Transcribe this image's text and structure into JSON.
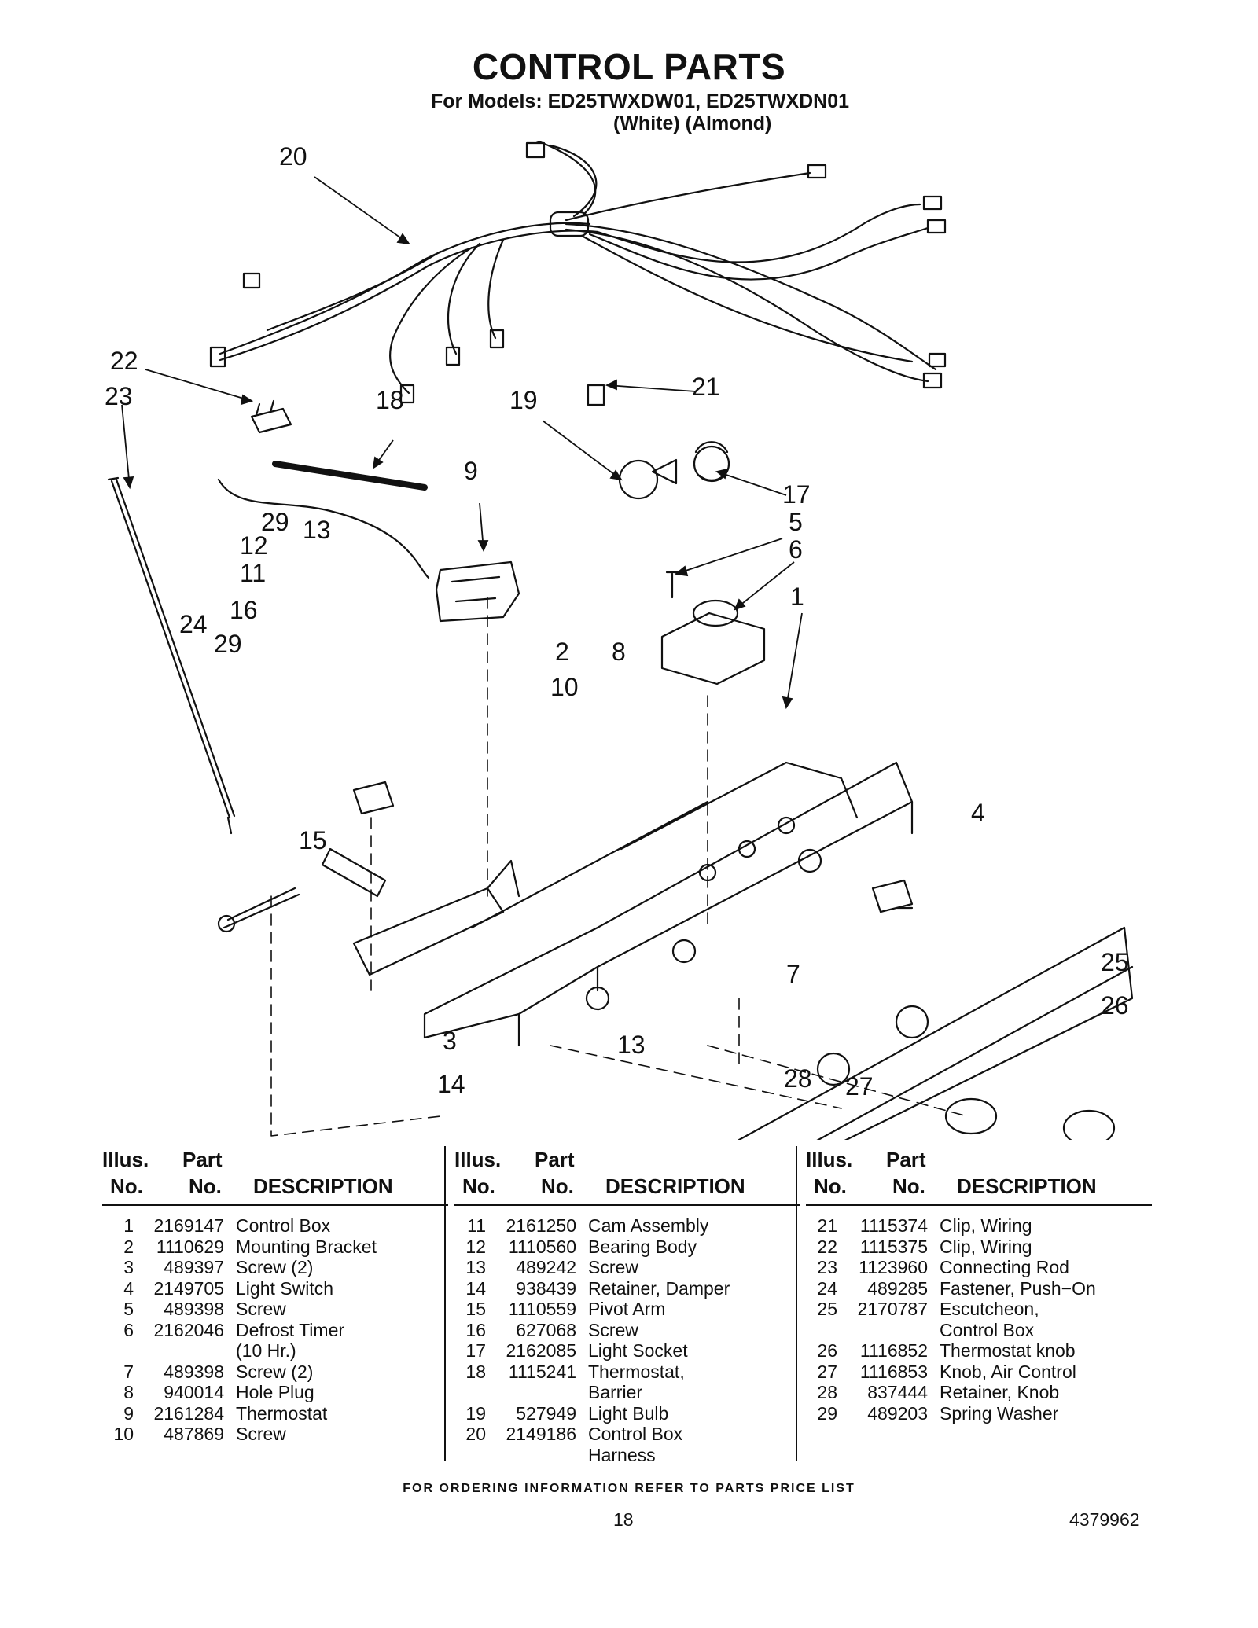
{
  "header": {
    "title": "CONTROL PARTS",
    "models_line": "For Models: ED25TWXDW01, ED25TWXDN01",
    "colors_line": "(White)  (Almond)"
  },
  "diagram": {
    "callouts": [
      "20",
      "22",
      "23",
      "18",
      "19",
      "21",
      "17",
      "5",
      "6",
      "1",
      "9",
      "29",
      "13",
      "12",
      "11",
      "16",
      "24",
      "29",
      "2",
      "8",
      "10",
      "15",
      "4",
      "7",
      "25",
      "26",
      "3",
      "13",
      "14",
      "28",
      "27"
    ]
  },
  "table": {
    "headers": {
      "illus_top": "Illus.",
      "illus_bottom": "No.",
      "part_top": "Part",
      "part_bottom": "No.",
      "description": "DESCRIPTION"
    },
    "columns": [
      [
        {
          "no": "1",
          "part": "2169147",
          "desc": "Control Box"
        },
        {
          "no": "2",
          "part": "1110629",
          "desc": "Mounting Bracket"
        },
        {
          "no": "3",
          "part": "489397",
          "desc": "Screw (2)"
        },
        {
          "no": "4",
          "part": "2149705",
          "desc": "Light Switch"
        },
        {
          "no": "5",
          "part": "489398",
          "desc": "Screw"
        },
        {
          "no": "6",
          "part": "2162046",
          "desc": "Defrost Timer"
        },
        {
          "no": "",
          "part": "",
          "desc": "(10 Hr.)"
        },
        {
          "no": "7",
          "part": "489398",
          "desc": "Screw (2)"
        },
        {
          "no": "8",
          "part": "940014",
          "desc": "Hole Plug"
        },
        {
          "no": "9",
          "part": "2161284",
          "desc": "Thermostat"
        },
        {
          "no": "10",
          "part": "487869",
          "desc": "Screw"
        }
      ],
      [
        {
          "no": "11",
          "part": "2161250",
          "desc": "Cam Assembly"
        },
        {
          "no": "12",
          "part": "1110560",
          "desc": "Bearing Body"
        },
        {
          "no": "13",
          "part": "489242",
          "desc": "Screw"
        },
        {
          "no": "14",
          "part": "938439",
          "desc": "Retainer, Damper"
        },
        {
          "no": "15",
          "part": "1110559",
          "desc": "Pivot Arm"
        },
        {
          "no": "16",
          "part": "627068",
          "desc": "Screw"
        },
        {
          "no": "17",
          "part": "2162085",
          "desc": "Light Socket"
        },
        {
          "no": "18",
          "part": "1115241",
          "desc": "Thermostat,"
        },
        {
          "no": "",
          "part": "",
          "desc": "Barrier"
        },
        {
          "no": "19",
          "part": "527949",
          "desc": "Light Bulb"
        },
        {
          "no": "20",
          "part": "2149186",
          "desc": "Control Box"
        },
        {
          "no": "",
          "part": "",
          "desc": "Harness"
        }
      ],
      [
        {
          "no": "21",
          "part": "1115374",
          "desc": "Clip, Wiring"
        },
        {
          "no": "22",
          "part": "1115375",
          "desc": "Clip, Wiring"
        },
        {
          "no": "23",
          "part": "1123960",
          "desc": "Connecting Rod"
        },
        {
          "no": "24",
          "part": "489285",
          "desc": "Fastener, Push−On"
        },
        {
          "no": "25",
          "part": "2170787",
          "desc": "Escutcheon,"
        },
        {
          "no": "",
          "part": "",
          "desc": "Control Box"
        },
        {
          "no": "26",
          "part": "1116852",
          "desc": "Thermostat knob"
        },
        {
          "no": "27",
          "part": "1116853",
          "desc": "Knob, Air Control"
        },
        {
          "no": "28",
          "part": "837444",
          "desc": "Retainer, Knob"
        },
        {
          "no": "29",
          "part": "489203",
          "desc": "Spring Washer"
        }
      ]
    ]
  },
  "footer": {
    "note": "FOR ORDERING INFORMATION REFER TO PARTS PRICE LIST",
    "page_number": "18",
    "doc_number": "4379962"
  }
}
